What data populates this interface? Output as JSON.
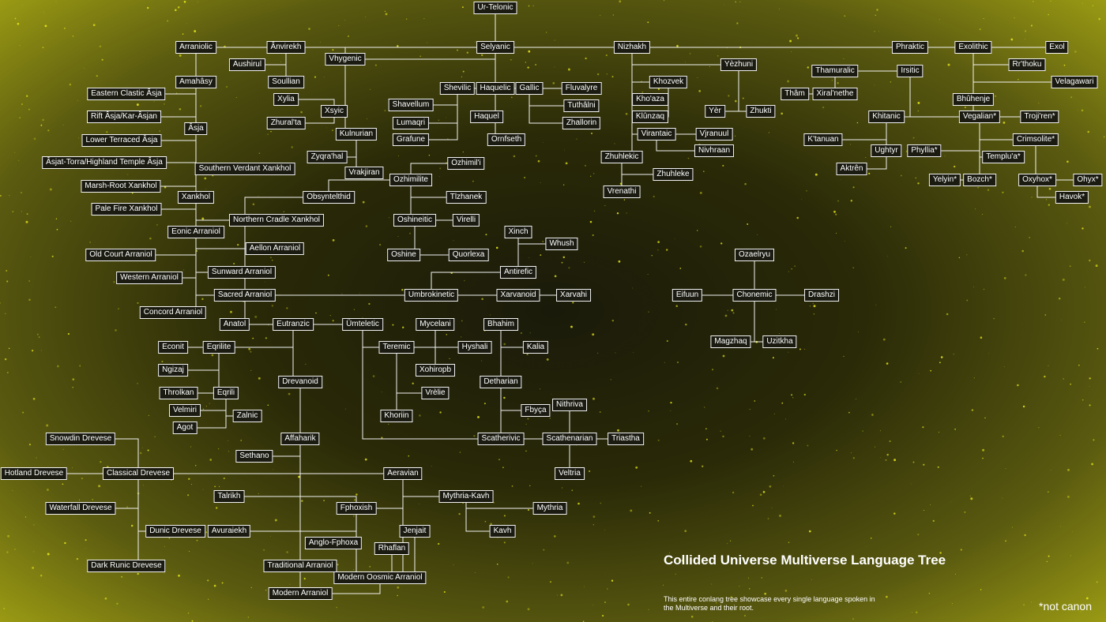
{
  "title": "Collided Universe Multiverse Language Tree",
  "subtitle": "This entire conlang tree showcase every single language spoken in the Multiverse and their root.",
  "note": "*not canon",
  "colors": {
    "background": "#2a2a08",
    "edge_glow": "#b9b914",
    "node_border": "#f2f2f2",
    "text": "#ffffff",
    "stars": "#e6e61a"
  },
  "languages": [
    "Ur-Telonic",
    "Arraniolic",
    "Ânvirekh",
    "Vhygenic",
    "Selyanic",
    "Nizhakh",
    "Phraktic",
    "Exolithic",
    "Exol",
    "Rr'thoku",
    "Velagawari",
    "Aushirul",
    "Soullian",
    "Amahâsy",
    "Xylia",
    "Xsyic",
    "Zhural'ta",
    "Kulnurian",
    "Zyqra'hal",
    "Vrakjiran",
    "Eastern Clastic Âsja",
    "Rift Âsja/Kar-Âsjan",
    "Lower Terraced Âsja",
    "Âsjat-Torra/Highland Temple Âsja",
    "Âsja",
    "Southern Verdant Xankhol",
    "Marsh-Root Xankhol",
    "Xankhol",
    "Pale Fire Xankhol",
    "Northern Cradle Xankhol",
    "Eonic Arraniol",
    "Old Court Arraniol",
    "Aellon Arraniol",
    "Western Arraniol",
    "Sunward Arraniol",
    "Concord Arraniol",
    "Sacred Arraniol",
    "Obsyntelthid",
    "Shevilic",
    "Haquelic",
    "Gallic",
    "Shavellum",
    "Lumaqri",
    "Grafune",
    "Haquel",
    "Ornfseth",
    "Fluvalyre",
    "Tuthâlni",
    "Zhallorin",
    "Ozhimilite",
    "Ozhimil'i",
    "Tlzhanek",
    "Oshineitic",
    "Virelli",
    "Oshine",
    "Quorlexa",
    "Xinch",
    "Whush",
    "Antirefic",
    "Umbrokinetic",
    "Xarvanoid",
    "Xarvahi",
    "Khozvek",
    "Kho'aza",
    "Klûnzaq",
    "Virantaic",
    "Vjranuul",
    "Nivhraan",
    "Zhuhlekic",
    "Zhuhleke",
    "Vrenathi",
    "Yèzhuni",
    "Yèr",
    "Zhukti",
    "Thamuralic",
    "Thâm",
    "Xiral'nethe",
    "Irsitic",
    "Bhûhenje",
    "Khitanic",
    "K'tanuan",
    "Ughtyr",
    "Aktrên",
    "Vegalian*",
    "Troji'ren*",
    "Phyllia*",
    "Templu'a*",
    "Crimsolite*",
    "Yelyin*",
    "Bozch*",
    "Oxyhox*",
    "Ohyx*",
    "Havok*",
    "Ozaelryu",
    "Eifuun",
    "Chonemic",
    "Drashzi",
    "Magzhaq",
    "Uzitkha",
    "Anatol",
    "Eutranzic",
    "Econit",
    "Eqrilite",
    "Ngizaj",
    "Throlkan",
    "Eqrili",
    "Velmiri",
    "Zalnic",
    "Agot",
    "Drevanoid",
    "Affaharik",
    "Sethano",
    "Ümteletic",
    "Teremic",
    "Mycelani",
    "Hyshali",
    "Xohiropb",
    "Vrèlie",
    "Khoriin",
    "Bhahim",
    "Kalia",
    "Detharian",
    "Fbyça",
    "Nithriva",
    "Scatherivic",
    "Scathenarian",
    "Triastha",
    "Veltria",
    "Snowdin Drevese",
    "Hotland Drevese",
    "Classical Drevese",
    "Waterfall Drevese",
    "Dunic Drevese",
    "Dark Runic Drevese",
    "Talrikh",
    "Avuraiekh",
    "Fphoxish",
    "Anglo-Fphoxa",
    "Aeravian",
    "Mythria-Kavh",
    "Mythria",
    "Kavh",
    "Jenjait",
    "Rhaflan",
    "Modern Oosmic Arraniol",
    "Traditional Arraniol",
    "Modern Arraniol"
  ],
  "links": [
    [
      "Ur-Telonic",
      "Arraniolic"
    ],
    [
      "Ur-Telonic",
      "Vhygenic"
    ],
    [
      "Ur-Telonic",
      "Selyanic"
    ],
    [
      "Ur-Telonic",
      "Nizhakh"
    ],
    [
      "Ur-Telonic",
      "Phraktic"
    ],
    [
      "Phraktic",
      "Exolithic"
    ],
    [
      "Exolithic",
      "Exol"
    ],
    [
      "Exolithic",
      "Rr'thoku"
    ],
    [
      "Exolithic",
      "Velagawari"
    ],
    [
      "Exolithic",
      "Bhûhenje"
    ],
    [
      "Exolithic",
      "Vegalian*"
    ],
    [
      "Vhygenic",
      "Ânvirekh"
    ],
    [
      "Ânvirekh",
      "Aushirul"
    ],
    [
      "Ânvirekh",
      "Soullian"
    ],
    [
      "Vhygenic",
      "Xsyic"
    ],
    [
      "Vhygenic",
      "Kulnurian"
    ],
    [
      "Xsyic",
      "Xylia"
    ],
    [
      "Xsyic",
      "Zhural'ta"
    ],
    [
      "Kulnurian",
      "Zyqra'hal"
    ],
    [
      "Kulnurian",
      "Vrakjiran"
    ],
    [
      "Arraniolic",
      "Amahâsy"
    ],
    [
      "Amahâsy",
      "Âsja"
    ],
    [
      "Âsja",
      "Eastern Clastic Âsja"
    ],
    [
      "Âsja",
      "Rift Âsja/Kar-Âsjan"
    ],
    [
      "Âsja",
      "Lower Terraced Âsja"
    ],
    [
      "Âsja",
      "Âsjat-Torra/Highland Temple Âsja"
    ],
    [
      "Âsja",
      "Xankhol"
    ],
    [
      "Xankhol",
      "Southern Verdant Xankhol"
    ],
    [
      "Xankhol",
      "Marsh-Root Xankhol"
    ],
    [
      "Xankhol",
      "Pale Fire Xankhol"
    ],
    [
      "Xankhol",
      "Northern Cradle Xankhol"
    ],
    [
      "Xankhol",
      "Eonic Arraniol"
    ],
    [
      "Eonic Arraniol",
      "Old Court Arraniol"
    ],
    [
      "Eonic Arraniol",
      "Aellon Arraniol"
    ],
    [
      "Eonic Arraniol",
      "Western Arraniol"
    ],
    [
      "Eonic Arraniol",
      "Sunward Arraniol"
    ],
    [
      "Eonic Arraniol",
      "Concord Arraniol"
    ],
    [
      "Eonic Arraniol",
      "Sacred Arraniol"
    ],
    [
      "Sacred Arraniol",
      "Obsyntelthid"
    ],
    [
      "Sacred Arraniol",
      "Umbrokinetic"
    ],
    [
      "Sacred Arraniol",
      "Anatol"
    ],
    [
      "Sacred Arraniol",
      "Eutranzic"
    ],
    [
      "Sacred Arraniol",
      "Ümteletic"
    ],
    [
      "Selyanic",
      "Shevilic"
    ],
    [
      "Selyanic",
      "Haquelic"
    ],
    [
      "Selyanic",
      "Gallic"
    ],
    [
      "Shevilic",
      "Shavellum"
    ],
    [
      "Shevilic",
      "Lumaqri"
    ],
    [
      "Shevilic",
      "Grafune"
    ],
    [
      "Haquelic",
      "Haquel"
    ],
    [
      "Haquelic",
      "Ornfseth"
    ],
    [
      "Gallic",
      "Fluvalyre"
    ],
    [
      "Gallic",
      "Tuthâlni"
    ],
    [
      "Gallic",
      "Zhallorin"
    ],
    [
      "Obsyntelthid",
      "Ozhimilite"
    ],
    [
      "Ozhimilite",
      "Ozhimil'i"
    ],
    [
      "Ozhimilite",
      "Tlzhanek"
    ],
    [
      "Ozhimilite",
      "Oshineitic"
    ],
    [
      "Oshineitic",
      "Virelli"
    ],
    [
      "Oshineitic",
      "Oshine"
    ],
    [
      "Oshineitic",
      "Quorlexa"
    ],
    [
      "Umbrokinetic",
      "Antirefic"
    ],
    [
      "Umbrokinetic",
      "Xarvanoid"
    ],
    [
      "Antirefic",
      "Xinch"
    ],
    [
      "Antirefic",
      "Whush"
    ],
    [
      "Xarvanoid",
      "Xarvahi"
    ],
    [
      "Nizhakh",
      "Khozvek"
    ],
    [
      "Nizhakh",
      "Yèzhuni"
    ],
    [
      "Nizhakh",
      "Virantaic"
    ],
    [
      "Nizhakh",
      "Zhuhlekic"
    ],
    [
      "Khozvek",
      "Kho'aza"
    ],
    [
      "Khozvek",
      "Klûnzaq"
    ],
    [
      "Virantaic",
      "Vjranuul"
    ],
    [
      "Virantaic",
      "Nivhraan"
    ],
    [
      "Zhuhlekic",
      "Zhuhleke"
    ],
    [
      "Zhuhlekic",
      "Vrenathi"
    ],
    [
      "Yèzhuni",
      "Yèr"
    ],
    [
      "Yèzhuni",
      "Zhukti"
    ],
    [
      "Irsitic",
      "Thamuralic"
    ],
    [
      "Thamuralic",
      "Thâm"
    ],
    [
      "Thamuralic",
      "Xiral'nethe"
    ],
    [
      "Irsitic",
      "Khitanic"
    ],
    [
      "Irsitic",
      "Vegalian*"
    ],
    [
      "Khitanic",
      "K'tanuan"
    ],
    [
      "Khitanic",
      "Ughtyr"
    ],
    [
      "Khitanic",
      "Aktrên"
    ],
    [
      "Vegalian*",
      "Troji'ren*"
    ],
    [
      "Vegalian*",
      "Phyllia*"
    ],
    [
      "Vegalian*",
      "Templu'a*"
    ],
    [
      "Vegalian*",
      "Crimsolite*"
    ],
    [
      "Vegalian*",
      "Yelyin*"
    ],
    [
      "Vegalian*",
      "Bozch*"
    ],
    [
      "Crimsolite*",
      "Oxyhox*"
    ],
    [
      "Oxyhox*",
      "Ohyx*"
    ],
    [
      "Oxyhox*",
      "Havok*"
    ],
    [
      "Chonemic",
      "Ozaelryu"
    ],
    [
      "Chonemic",
      "Eifuun"
    ],
    [
      "Chonemic",
      "Drashzi"
    ],
    [
      "Chonemic",
      "Magzhaq"
    ],
    [
      "Chonemic",
      "Uzitkha"
    ],
    [
      "Eutranzic",
      "Eqrilite"
    ],
    [
      "Eutranzic",
      "Drevanoid"
    ],
    [
      "Eqrilite",
      "Econit"
    ],
    [
      "Eqrilite",
      "Ngizaj"
    ],
    [
      "Eqrilite",
      "Eqrili"
    ],
    [
      "Eqrili",
      "Throlkan"
    ],
    [
      "Eqrili",
      "Velmiri"
    ],
    [
      "Eqrili",
      "Zalnic"
    ],
    [
      "Eqrili",
      "Agot"
    ],
    [
      "Drevanoid",
      "Affaharik"
    ],
    [
      "Affaharik",
      "Sethano"
    ],
    [
      "Affaharik",
      "Classical Drevese"
    ],
    [
      "Affaharik",
      "Traditional Arraniol"
    ],
    [
      "Affaharik",
      "Modern Arraniol"
    ],
    [
      "Classical Drevese",
      "Snowdin Drevese"
    ],
    [
      "Classical Drevese",
      "Hotland Drevese"
    ],
    [
      "Classical Drevese",
      "Waterfall Drevese"
    ],
    [
      "Classical Drevese",
      "Dunic Drevese"
    ],
    [
      "Classical Drevese",
      "Dark Runic Drevese"
    ],
    [
      "Ümteletic",
      "Teremic"
    ],
    [
      "Ümteletic",
      "Scatherivic"
    ],
    [
      "Teremic",
      "Hyshali"
    ],
    [
      "Teremic",
      "Khoriin"
    ],
    [
      "Teremic",
      "Vrèlie"
    ],
    [
      "Mycelani",
      "Hyshali"
    ],
    [
      "Mycelani",
      "Xohiropb"
    ],
    [
      "Scatherivic",
      "Detharian"
    ],
    [
      "Scatherivic",
      "Scathenarian"
    ],
    [
      "Detharian",
      "Bhahim"
    ],
    [
      "Detharian",
      "Kalia"
    ],
    [
      "Detharian",
      "Fbyça"
    ],
    [
      "Scathenarian",
      "Nithriva"
    ],
    [
      "Scathenarian",
      "Triastha"
    ],
    [
      "Scathenarian",
      "Veltria"
    ],
    [
      "Aeravian",
      "Classical Drevese"
    ],
    [
      "Aeravian",
      "Fphoxish"
    ],
    [
      "Aeravian",
      "Mythria-Kavh"
    ],
    [
      "Aeravian",
      "Jenjait"
    ],
    [
      "Aeravian",
      "Rhaflan"
    ],
    [
      "Aeravian",
      "Modern Oosmic Arraniol"
    ],
    [
      "Fphoxish",
      "Talrikh"
    ],
    [
      "Fphoxish",
      "Avuraiekh"
    ],
    [
      "Fphoxish",
      "Anglo-Fphoxa"
    ],
    [
      "Fphoxish",
      "Modern Oosmic Arraniol"
    ],
    [
      "Mythria-Kavh",
      "Mythria"
    ],
    [
      "Mythria-Kavh",
      "Kavh"
    ],
    [
      "Rhaflan",
      "Modern Oosmic Arraniol"
    ],
    [
      "Jenjait",
      "Modern Oosmic Arraniol"
    ],
    [
      "Modern Oosmic Arraniol",
      "Modern Arraniol"
    ]
  ]
}
